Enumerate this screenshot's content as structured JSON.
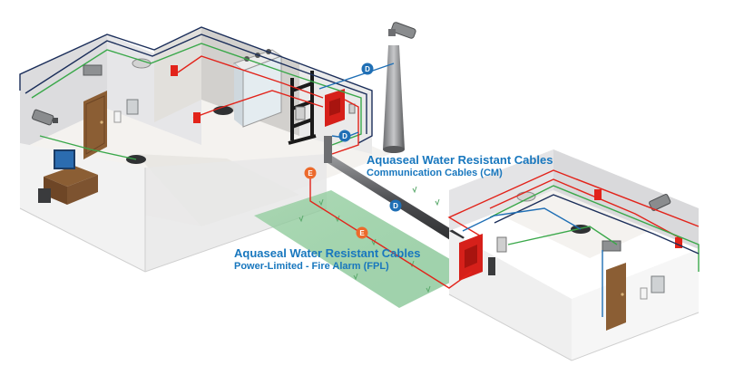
{
  "callouts": {
    "communication": {
      "title": "Aquaseal Water Resistant Cables",
      "subtitle": "Communication Cables (CM)"
    },
    "fire_alarm": {
      "title": "Aquaseal Water Resistant Cables",
      "subtitle": "Power-Limited - Fire Alarm (FPL)"
    }
  },
  "markers": {
    "d_label": "D",
    "e_label": "E"
  },
  "colors": {
    "cable_red": "#e2231a",
    "cable_green": "#3aa84a",
    "cable_blue": "#1f6fb5",
    "cable_navy": "#1b2e5a",
    "marker_blue": "#1f6fb5",
    "marker_orange": "#ec6a2c",
    "callout_text": "#1877be",
    "ground_green": "#7cc18a"
  }
}
